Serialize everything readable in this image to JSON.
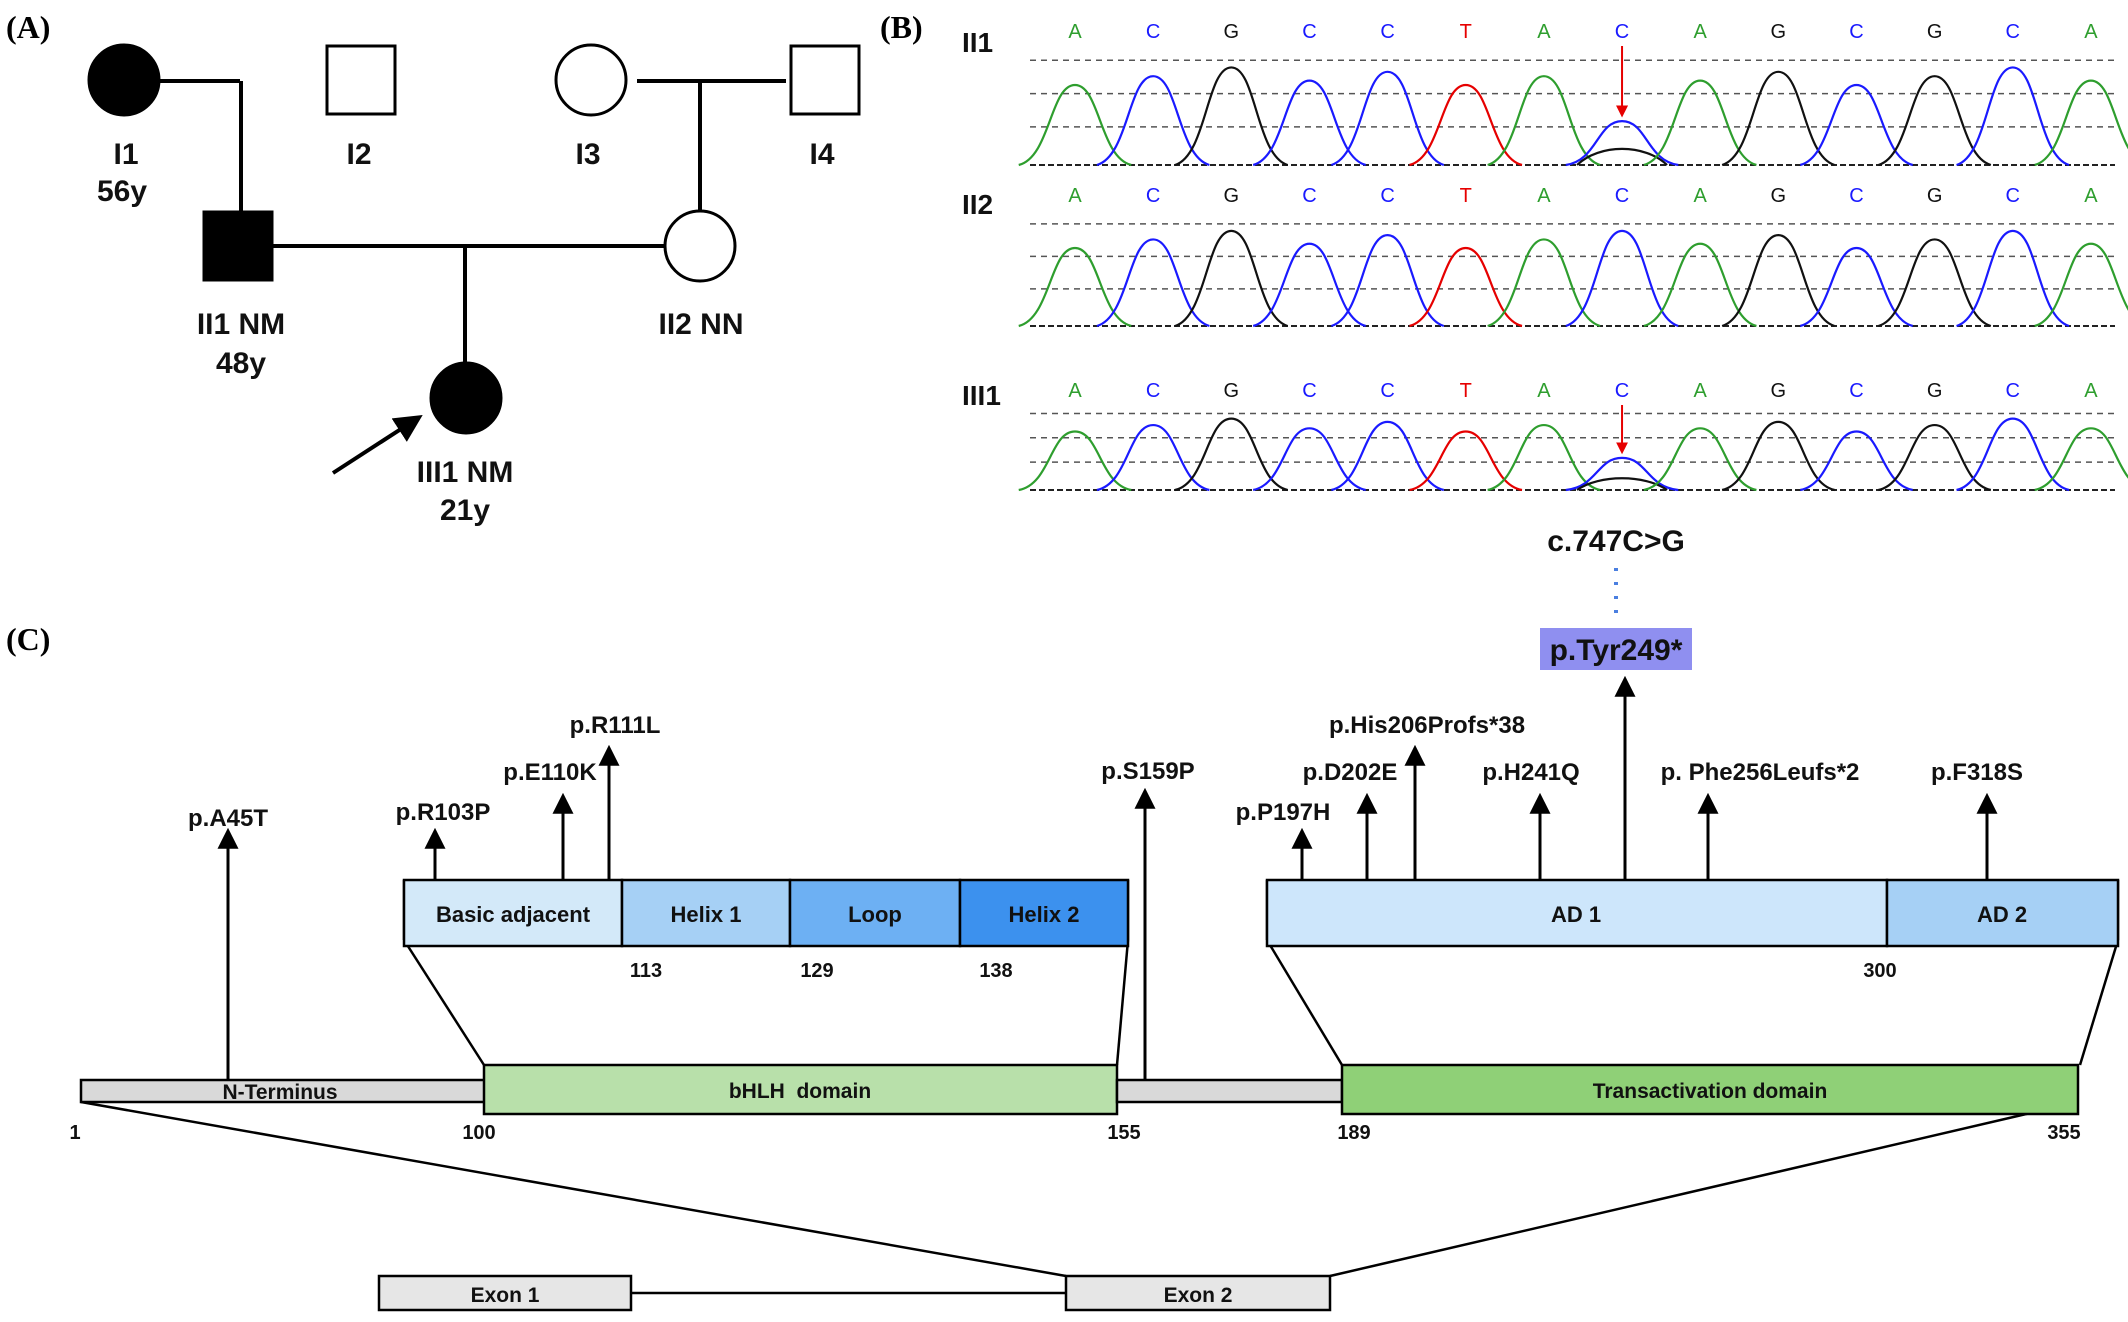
{
  "colors": {
    "A": "#2e9e2e",
    "C": "#1a1aff",
    "G": "#111111",
    "T": "#e60000",
    "hgvs_bg": "#8f8ff0",
    "bhlh": "#b8e0aa",
    "trans": "#8fd077",
    "basic": "#d3e9f9",
    "helix1": "#a6d0f5",
    "loop": "#6db0f3",
    "helix2": "#3c91ee",
    "ad1": "#cde6fb",
    "ad2": "#a6d0f5",
    "grey_box": "#d9d9d9",
    "exon": "#e6e6e6"
  },
  "panel_labels": {
    "a": "(A)",
    "b": "(B)",
    "c": "(C)"
  },
  "pedigree": {
    "individuals": [
      {
        "id": "I1",
        "line1": "I1",
        "line2": "56y",
        "sex": "female",
        "affected": true
      },
      {
        "id": "I2",
        "line1": "I2",
        "line2": "",
        "sex": "male",
        "affected": false
      },
      {
        "id": "I3",
        "line1": "I3",
        "line2": "",
        "sex": "female",
        "affected": false
      },
      {
        "id": "I4",
        "line1": "I4",
        "line2": "",
        "sex": "male",
        "affected": false
      },
      {
        "id": "II1",
        "line1": "II1 NM",
        "line2": "48y",
        "sex": "male",
        "affected": true
      },
      {
        "id": "II2",
        "line1": "II2 NN",
        "line2": "",
        "sex": "female",
        "affected": false
      },
      {
        "id": "III1",
        "line1": "III1 NM",
        "line2": "21y",
        "sex": "female",
        "affected": true,
        "proband": true
      }
    ]
  },
  "chromatogram": {
    "sequence": [
      "A",
      "C",
      "G",
      "C",
      "C",
      "T",
      "A",
      "C",
      "A",
      "G",
      "C",
      "G",
      "C",
      "A"
    ],
    "traces": [
      {
        "label": "II1",
        "heterozygous": true
      },
      {
        "label": "II2",
        "heterozygous": false
      },
      {
        "label": "III1",
        "heterozygous": true
      }
    ],
    "variant_index": 7,
    "cdna_change": "c.747C>G",
    "protein_change": "p.Tyr249*"
  },
  "protein": {
    "bars": [
      {
        "key": "nterm",
        "label": "N-Terminus"
      },
      {
        "key": "bhlh",
        "label": "bHLH  domain"
      },
      {
        "key": "linker",
        "label": ""
      },
      {
        "key": "trans",
        "label": "Transactivation domain"
      }
    ],
    "positions": [
      "1",
      "100",
      "155",
      "189",
      "355"
    ],
    "bhlh_subdomains": [
      {
        "label": "Basic adjacent"
      },
      {
        "label": "Helix 1"
      },
      {
        "label": "Loop"
      },
      {
        "label": "Helix 2"
      }
    ],
    "bhlh_positions": [
      "113",
      "129",
      "138"
    ],
    "ta_subdomains": [
      {
        "label": "AD 1"
      },
      {
        "label": "AD 2"
      }
    ],
    "ta_positions": [
      "300"
    ],
    "variants": [
      "p.A45T",
      "p.R103P",
      "p.E110K",
      "p.R111L",
      "p.S159P",
      "p.P197H",
      "p.D202E",
      "p.His206Profs*38",
      "p.H241Q",
      "p. Phe256Leufs*2",
      "p.F318S"
    ]
  },
  "exons": [
    {
      "label": "Exon 1"
    },
    {
      "label": "Exon 2"
    }
  ]
}
